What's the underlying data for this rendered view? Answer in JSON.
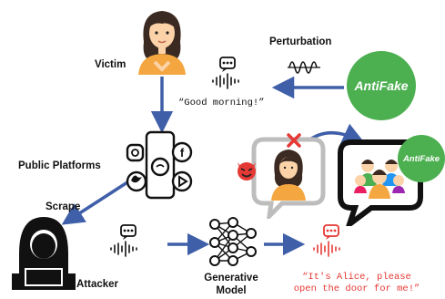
{
  "labels": {
    "victim": "Victim",
    "perturbation": "Perturbation",
    "antifake_main": "AntiFake",
    "antifake_small": "AntiFake",
    "public_platforms": "Public Platforms",
    "scrape": "Scrape",
    "attacker": "Attacker",
    "generative_line1": "Generative",
    "generative_line2": "Model"
  },
  "quotes": {
    "good_morning": "“Good morning!”",
    "alice_line1": "“It's Alice, please",
    "alice_line2": "open the door for me!”"
  },
  "colors": {
    "arrow_blue": "#3f5fa8",
    "antifake_green": "#4caf50",
    "deny_red": "#e53935",
    "devil_red": "#e53935",
    "quote_red": "#e53935",
    "skin": "#fcd3a8",
    "hair": "#3b2a22",
    "shirt_orange": "#f4a640",
    "bubble_gray": "#bdbdbd",
    "node_black": "#111111"
  },
  "icons": [
    "victim-avatar",
    "speech-wave-icon",
    "sine-wave-icon",
    "antifake-badge",
    "social-media-icon",
    "hacker-icon",
    "neural-network-icon",
    "devil-icon",
    "gray-speech-bubble",
    "black-speech-bubble",
    "group-people-icon",
    "red-speech-wave-icon"
  ]
}
